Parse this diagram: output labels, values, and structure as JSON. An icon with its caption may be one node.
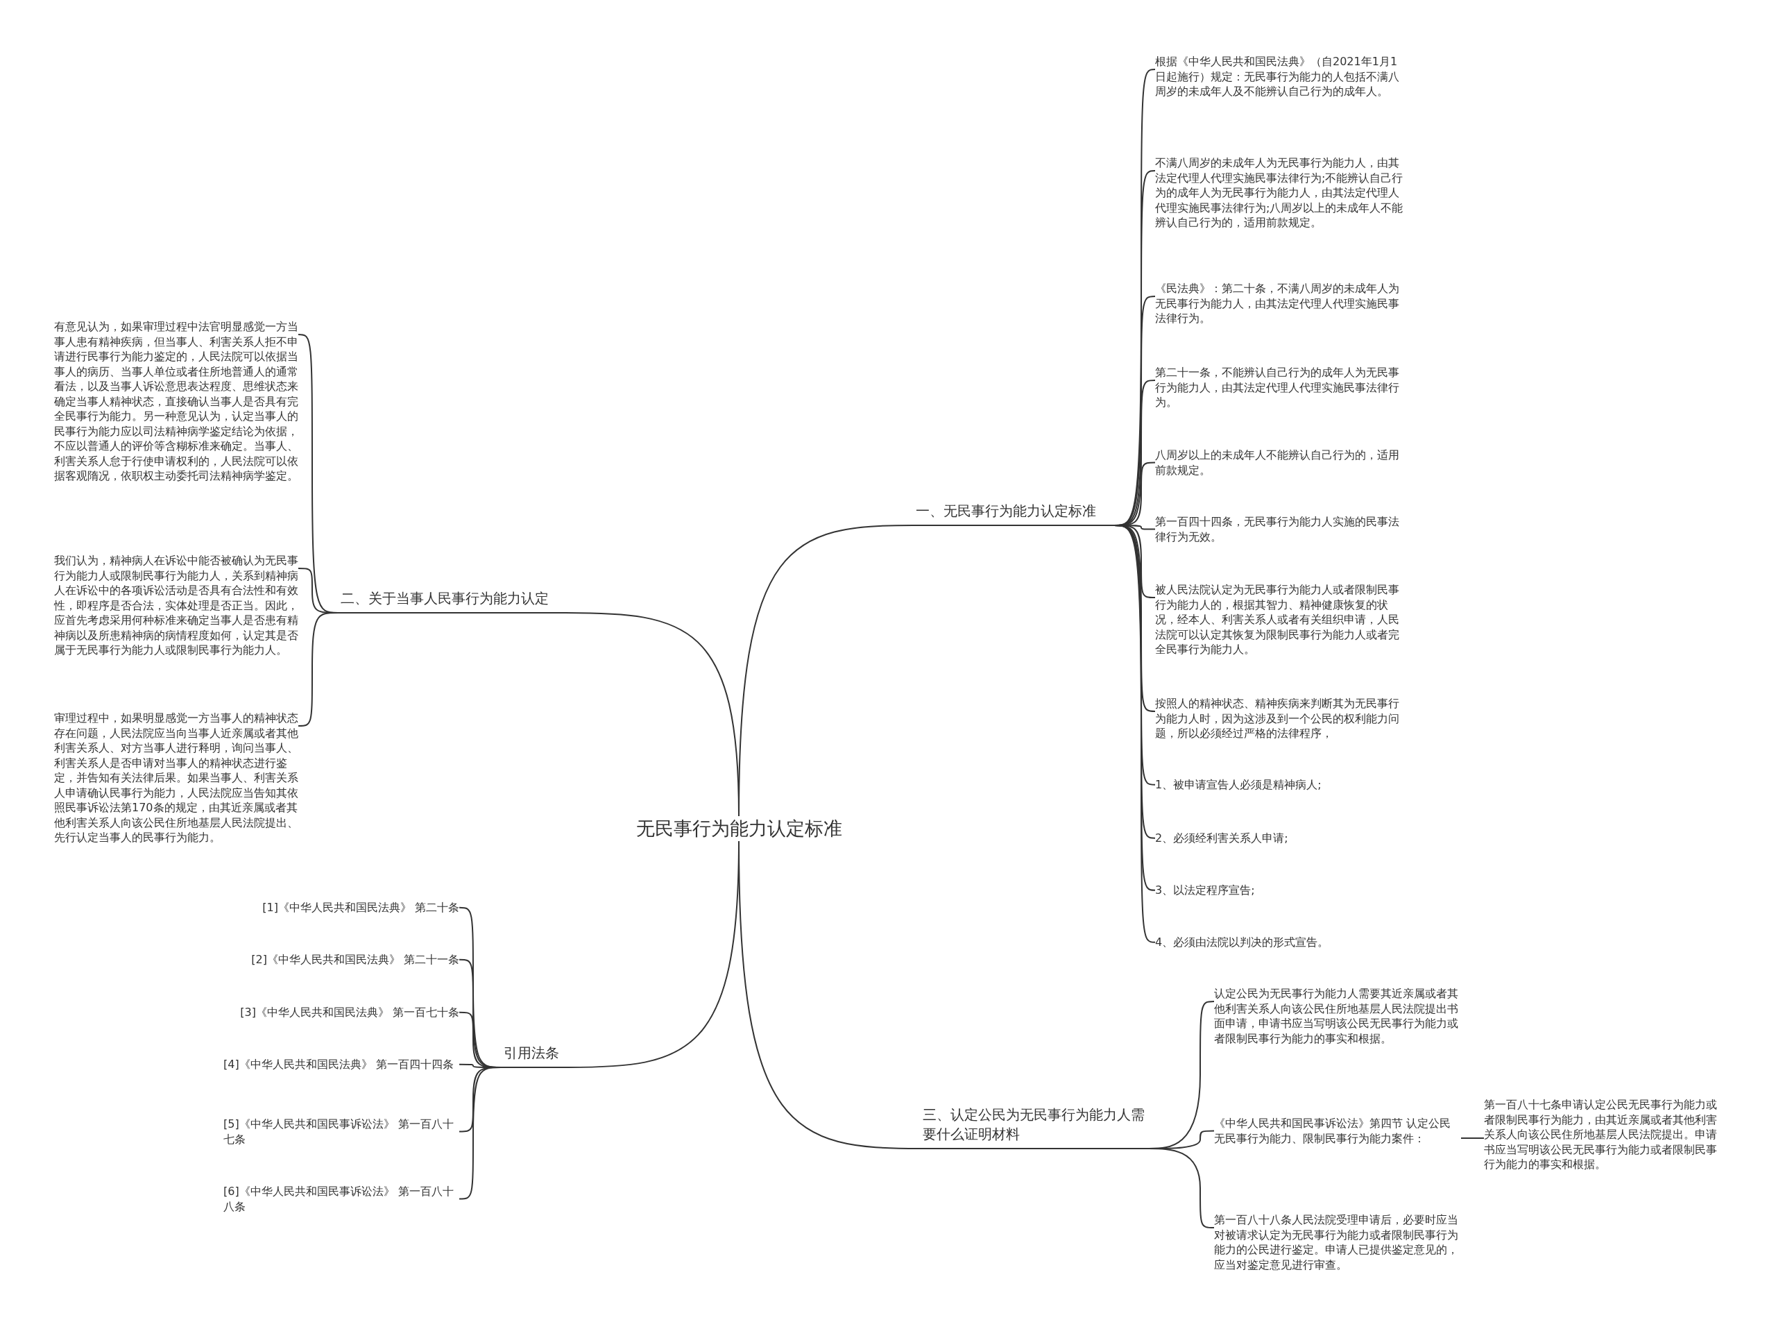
{
  "diagram": {
    "nodes": [
      {
        "text": [
          "无民事行为能力认定标准"
        ]
      },
      {
        "text": [
          "一、无民事行为能力认定标准"
        ]
      },
      {
        "text": [
          "根据《中华人民共和国民法典》（自2021年1月1日起施行）规定：无民事行为能力的人包括不满八周岁的未成年人及不能辨认自己行为的成年人。"
        ]
      },
      {
        "text": [
          "不满八周岁的未成年人为无民事行为能力人，由其法定代理人代理实施民事法律行为;不能辨认自己行为的成年人为无民事行为能力人，由其法定代理人代理实施民事法律行为;八周岁以上的未成年人不能辨认自己行为的，适用前款规定。"
        ]
      },
      {
        "text": [
          "《民法典》：第二十条，不满八周岁的未成年人为无民事行为能力人，由其法定代理人代理实施民事法律行为。"
        ]
      },
      {
        "text": [
          "第二十一条，不能辨认自己行为的成年人为无民事行为能力人，由其法定代理人代理实施民事法律行为。"
        ]
      },
      {
        "text": [
          "八周岁以上的未成年人不能辨认自己行为的，适用前款规定。"
        ]
      },
      {
        "text": [
          "第一百四十四条，无民事行为能力人实施的民事法律行为无效。"
        ]
      },
      {
        "text": [
          "被人民法院认定为无民事行为能力人或者限制民事行为能力人的，根据其智力、精神健康恢复的状况，经本人、利害关系人或者有关组织申请，人民法院可以认定其恢复为限制民事行为能力人或者完全民事行为能力人。"
        ]
      },
      {
        "text": [
          "按照人的精神状态、精神疾病来判断其为无民事行为能力人时，因为这涉及到一个公民的权利能力问题，所以必须经过严格的法律程序，"
        ]
      },
      {
        "text": [
          "1、被申请宣告人必须是精神病人;"
        ]
      },
      {
        "text": [
          "2、必须经利害关系人申请;"
        ]
      },
      {
        "text": [
          "3、以法定程序宣告;"
        ]
      },
      {
        "text": [
          "4、必须由法院以判决的形式宣告。"
        ]
      },
      {
        "text": [
          "二、关于当事人民事行为能力认定"
        ]
      },
      {
        "text": [
          "有意见认为，如果审理过程中法官明显感觉一方当事人患有精神疾病，但当事人、利害关系人拒不申请进行民事行为能力鉴定的，人民法院可以依据当事人的病历、当事人单位或者住所地普通人的通常看法，以及当事人诉讼意思表达程度、思维状态来确定当事人精神状态，直接确认当事人是否具有完全民事行为能力。另一种意见认为，认定当事人的民事行为能力应以司法精神病学鉴定结论为依据，不应以普通人的评价等含糊标准来确定。当事人、利害关系人怠于行使申请权利的，人民法院可以依据客观隋况，依职权主动委托司法精神病学鉴定。"
        ]
      },
      {
        "text": [
          "我们认为，精神病人在诉讼中能否被确认为无民事行为能力人或限制民事行为能力人，关系到精神病人在诉讼中的各项诉讼活动是否具有合法性和有效性，即程序是否合法，实体处理是否正当。因此，应首先考虑采用何种标准来确定当事人是否患有精神病以及所患精神病的病情程度如何，认定其是否属于无民事行为能力人或限制民事行为能力人。"
        ]
      },
      {
        "text": [
          "审理过程中，如果明显感觉一方当事人的精神状态存在问题，人民法院应当向当事人近亲属或者其他利害关系人、对方当事人进行释明，询问当事人、利害关系人是否申请对当事人的精神状态进行鉴定，并告知有关法律后果。如果当事人、利害关系人申请确认民事行为能力，人民法院应当告知其依照民事诉讼法第170条的规定，由其近亲属或者其他利害关系人向该公民住所地基层人民法院提出、先行认定当事人的民事行为能力。"
        ]
      },
      {
        "text": [
          "引用法条"
        ]
      },
      {
        "text": [
          "[1]《中华人民共和国民法典》 第二十条"
        ]
      },
      {
        "text": [
          "[2]《中华人民共和国民法典》 第二十一条"
        ]
      },
      {
        "text": [
          "[3]《中华人民共和国民法典》 第一百七十条"
        ]
      },
      {
        "text": [
          "[4]《中华人民共和国民法典》 第一百四十四条"
        ]
      },
      {
        "text": [
          "[5]《中华人民共和国民事诉讼法》 第一百八十七条"
        ]
      },
      {
        "text": [
          "[6]《中华人民共和国民事诉讼法》 第一百八十八条"
        ]
      },
      {
        "text": [
          "三、认定公民为无民事行为能力人需要什么证明材料"
        ]
      },
      {
        "text": [
          "认定公民为无民事行为能力人需要其近亲属或者其他利害关系人向该公民住所地基层人民法院提出书面申请，申请书应当写明该公民无民事行为能力或者限制民事行为能力的事实和根据。"
        ]
      },
      {
        "text": [
          "《中华人民共和国民事诉讼法》第四节 认定公民无民事行为能力、限制民事行为能力案件："
        ]
      },
      {
        "text": [
          "第一百八十八条人民法院受理申请后，必要时应当对被请求认定为无民事行为能力或者限制民事行为能力的公民进行鉴定。申请人已提供鉴定意见的，应当对鉴定意见进行审查。"
        ]
      },
      {
        "text": [
          "第一百八十七条申请认定公民无民事行为能力或者限制民事行为能力，由其近亲属或者其他利害关系人向该公民住所地基层人民法院提出。申请书应当写明该公民无民事行为能力或者限制民事行为能力的事实和根据。"
        ]
      }
    ],
    "edges": [
      {
        "from": 0,
        "to": 1,
        "arrow": "none"
      },
      {
        "from": 1,
        "to": 2,
        "arrow": "none"
      },
      {
        "from": 1,
        "to": 3,
        "arrow": "none"
      },
      {
        "from": 1,
        "to": 4,
        "arrow": "none"
      },
      {
        "from": 1,
        "to": 5,
        "arrow": "none"
      },
      {
        "from": 1,
        "to": 6,
        "arrow": "none"
      },
      {
        "from": 1,
        "to": 7,
        "arrow": "none"
      },
      {
        "from": 1,
        "to": 8,
        "arrow": "none"
      },
      {
        "from": 1,
        "to": 9,
        "arrow": "none"
      },
      {
        "from": 1,
        "to": 10,
        "arrow": "none"
      },
      {
        "from": 1,
        "to": 11,
        "arrow": "none"
      },
      {
        "from": 1,
        "to": 12,
        "arrow": "none"
      },
      {
        "from": 1,
        "to": 13,
        "arrow": "none"
      },
      {
        "from": 0,
        "to": 14,
        "arrow": "none"
      },
      {
        "from": 14,
        "to": 15,
        "arrow": "none"
      },
      {
        "from": 14,
        "to": 16,
        "arrow": "none"
      },
      {
        "from": 14,
        "to": 17,
        "arrow": "none"
      },
      {
        "from": 0,
        "to": 18,
        "arrow": "none"
      },
      {
        "from": 18,
        "to": 19,
        "arrow": "none"
      },
      {
        "from": 18,
        "to": 20,
        "arrow": "none"
      },
      {
        "from": 18,
        "to": 21,
        "arrow": "none"
      },
      {
        "from": 18,
        "to": 22,
        "arrow": "none"
      },
      {
        "from": 18,
        "to": 23,
        "arrow": "none"
      },
      {
        "from": 18,
        "to": 24,
        "arrow": "none"
      },
      {
        "from": 0,
        "to": 25,
        "arrow": "none"
      },
      {
        "from": 25,
        "to": 26,
        "arrow": "none"
      },
      {
        "from": 25,
        "to": 27,
        "arrow": "none"
      },
      {
        "from": 25,
        "to": 28,
        "arrow": "none"
      },
      {
        "from": 27,
        "to": 29,
        "arrow": "none"
      }
    ]
  }
}
